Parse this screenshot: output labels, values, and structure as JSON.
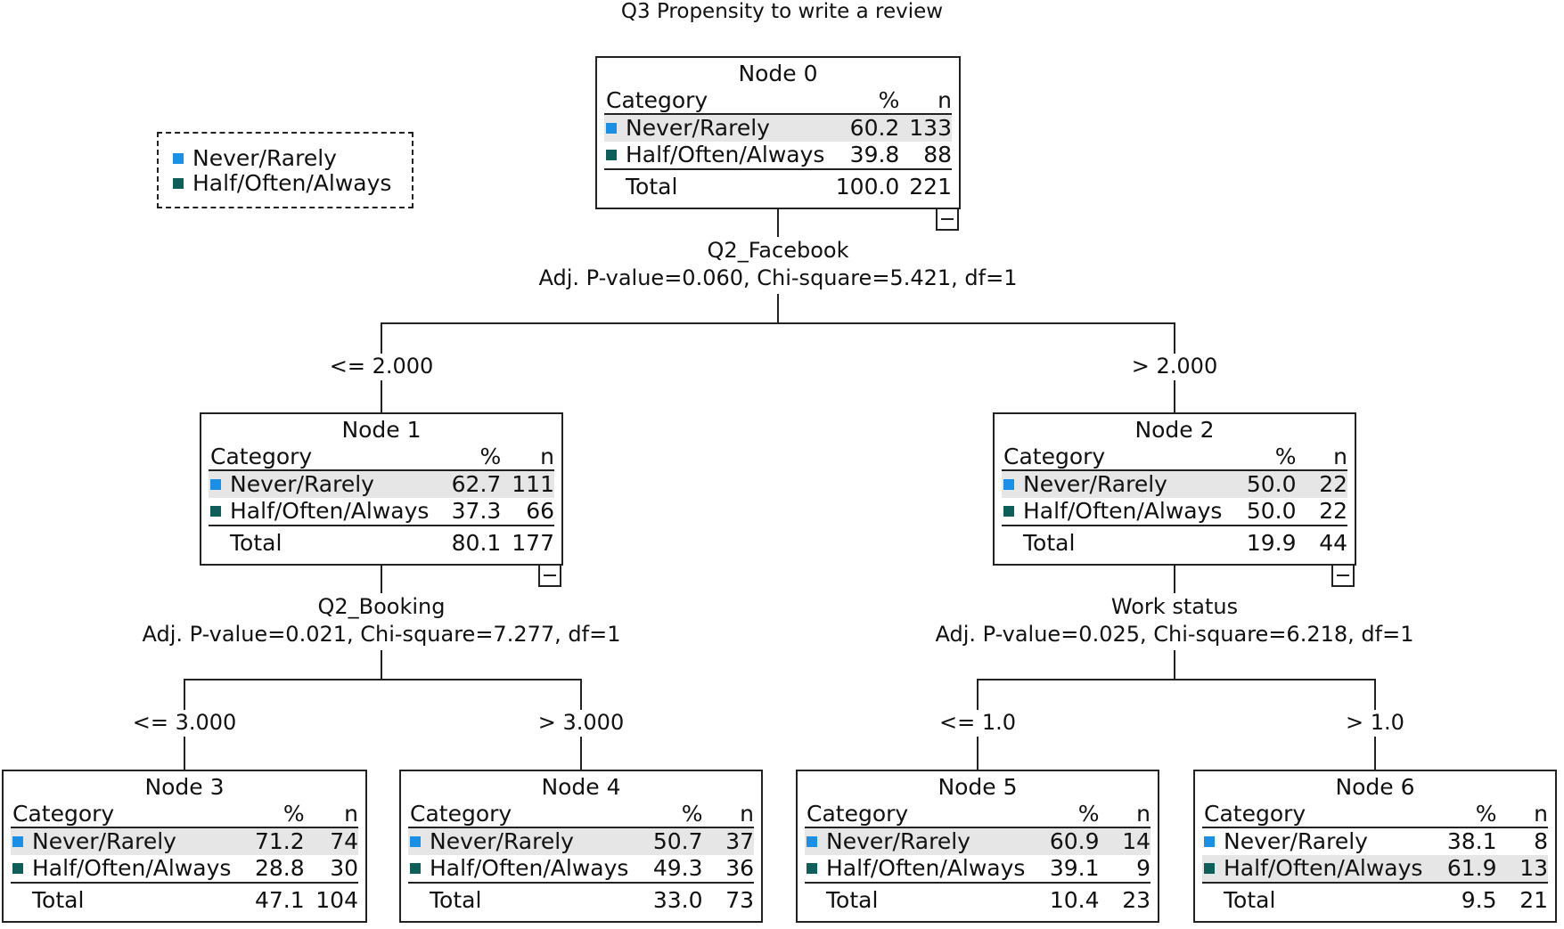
{
  "title": "Q3 Propensity to write a review",
  "colors": {
    "never_rarely": "#1a8fe6",
    "half_often_always": "#0e5e5a",
    "row_shade": "#e6e6e6"
  },
  "legend": {
    "items": [
      "Never/Rarely",
      "Half/Often/Always"
    ]
  },
  "table_header": {
    "category": "Category",
    "pct": "%",
    "n": "n"
  },
  "nodes": [
    {
      "label": "Node 0",
      "rows": [
        {
          "cat": "Never/Rarely",
          "pct": "60.2",
          "n": "133"
        },
        {
          "cat": "Half/Often/Always",
          "pct": "39.8",
          "n": "88"
        }
      ],
      "total": {
        "label": "Total",
        "pct": "100.0",
        "n": "221"
      }
    },
    {
      "label": "Node 1",
      "rows": [
        {
          "cat": "Never/Rarely",
          "pct": "62.7",
          "n": "111"
        },
        {
          "cat": "Half/Often/Always",
          "pct": "37.3",
          "n": "66"
        }
      ],
      "total": {
        "label": "Total",
        "pct": "80.1",
        "n": "177"
      }
    },
    {
      "label": "Node 2",
      "rows": [
        {
          "cat": "Never/Rarely",
          "pct": "50.0",
          "n": "22"
        },
        {
          "cat": "Half/Often/Always",
          "pct": "50.0",
          "n": "22"
        }
      ],
      "total": {
        "label": "Total",
        "pct": "19.9",
        "n": "44"
      }
    },
    {
      "label": "Node 3",
      "rows": [
        {
          "cat": "Never/Rarely",
          "pct": "71.2",
          "n": "74"
        },
        {
          "cat": "Half/Often/Always",
          "pct": "28.8",
          "n": "30"
        }
      ],
      "total": {
        "label": "Total",
        "pct": "47.1",
        "n": "104"
      }
    },
    {
      "label": "Node 4",
      "rows": [
        {
          "cat": "Never/Rarely",
          "pct": "50.7",
          "n": "37"
        },
        {
          "cat": "Half/Often/Always",
          "pct": "49.3",
          "n": "36"
        }
      ],
      "total": {
        "label": "Total",
        "pct": "33.0",
        "n": "73"
      }
    },
    {
      "label": "Node 5",
      "rows": [
        {
          "cat": "Never/Rarely",
          "pct": "60.9",
          "n": "14"
        },
        {
          "cat": "Half/Often/Always",
          "pct": "39.1",
          "n": "9"
        }
      ],
      "total": {
        "label": "Total",
        "pct": "10.4",
        "n": "23"
      }
    },
    {
      "label": "Node 6",
      "rows": [
        {
          "cat": "Never/Rarely",
          "pct": "38.1",
          "n": "8"
        },
        {
          "cat": "Half/Often/Always",
          "pct": "61.9",
          "n": "13"
        }
      ],
      "total": {
        "label": "Total",
        "pct": "9.5",
        "n": "21"
      }
    }
  ],
  "splits": [
    {
      "variable": "Q2_Facebook",
      "stats": "Adj. P-value=0.060, Chi-square=5.421, df=1",
      "left": "<= 2.000",
      "right": "> 2.000"
    },
    {
      "variable": "Q2_Booking",
      "stats": "Adj. P-value=0.021, Chi-square=7.277, df=1",
      "left": "<= 3.000",
      "right": "> 3.000"
    },
    {
      "variable": "Work status",
      "stats": "Adj. P-value=0.025, Chi-square=6.218, df=1",
      "left": "<= 1.0",
      "right": "> 1.0"
    }
  ]
}
